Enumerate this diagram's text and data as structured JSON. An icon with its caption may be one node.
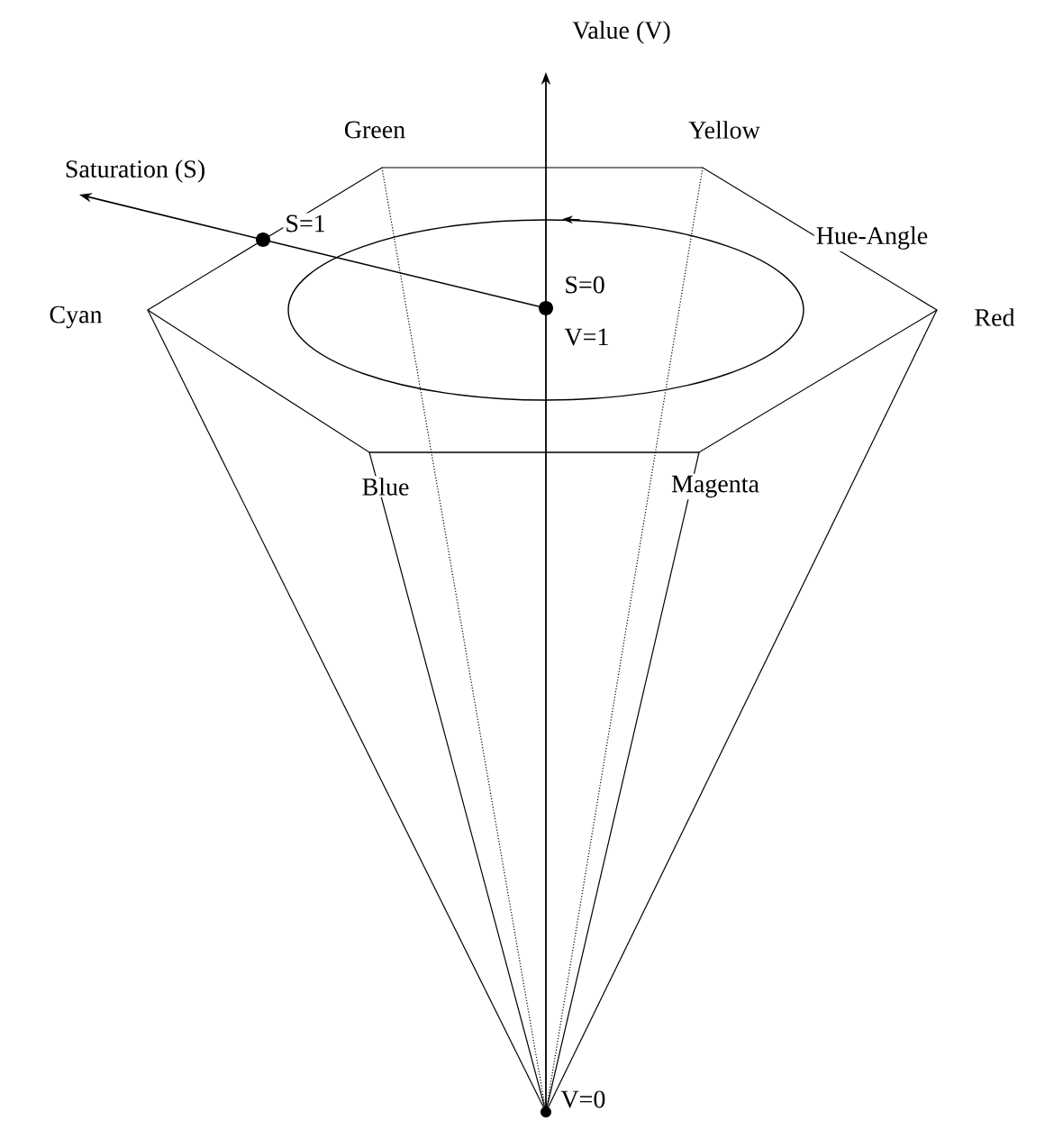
{
  "diagram": {
    "labels": [
      "Value (V)",
      "Green",
      "Yellow",
      "Saturation (S)",
      "S=1",
      "Hue-Angle",
      "S=0",
      "V=1",
      "Cyan",
      "Red",
      "Blue",
      "Magenta",
      "V=0"
    ]
  }
}
